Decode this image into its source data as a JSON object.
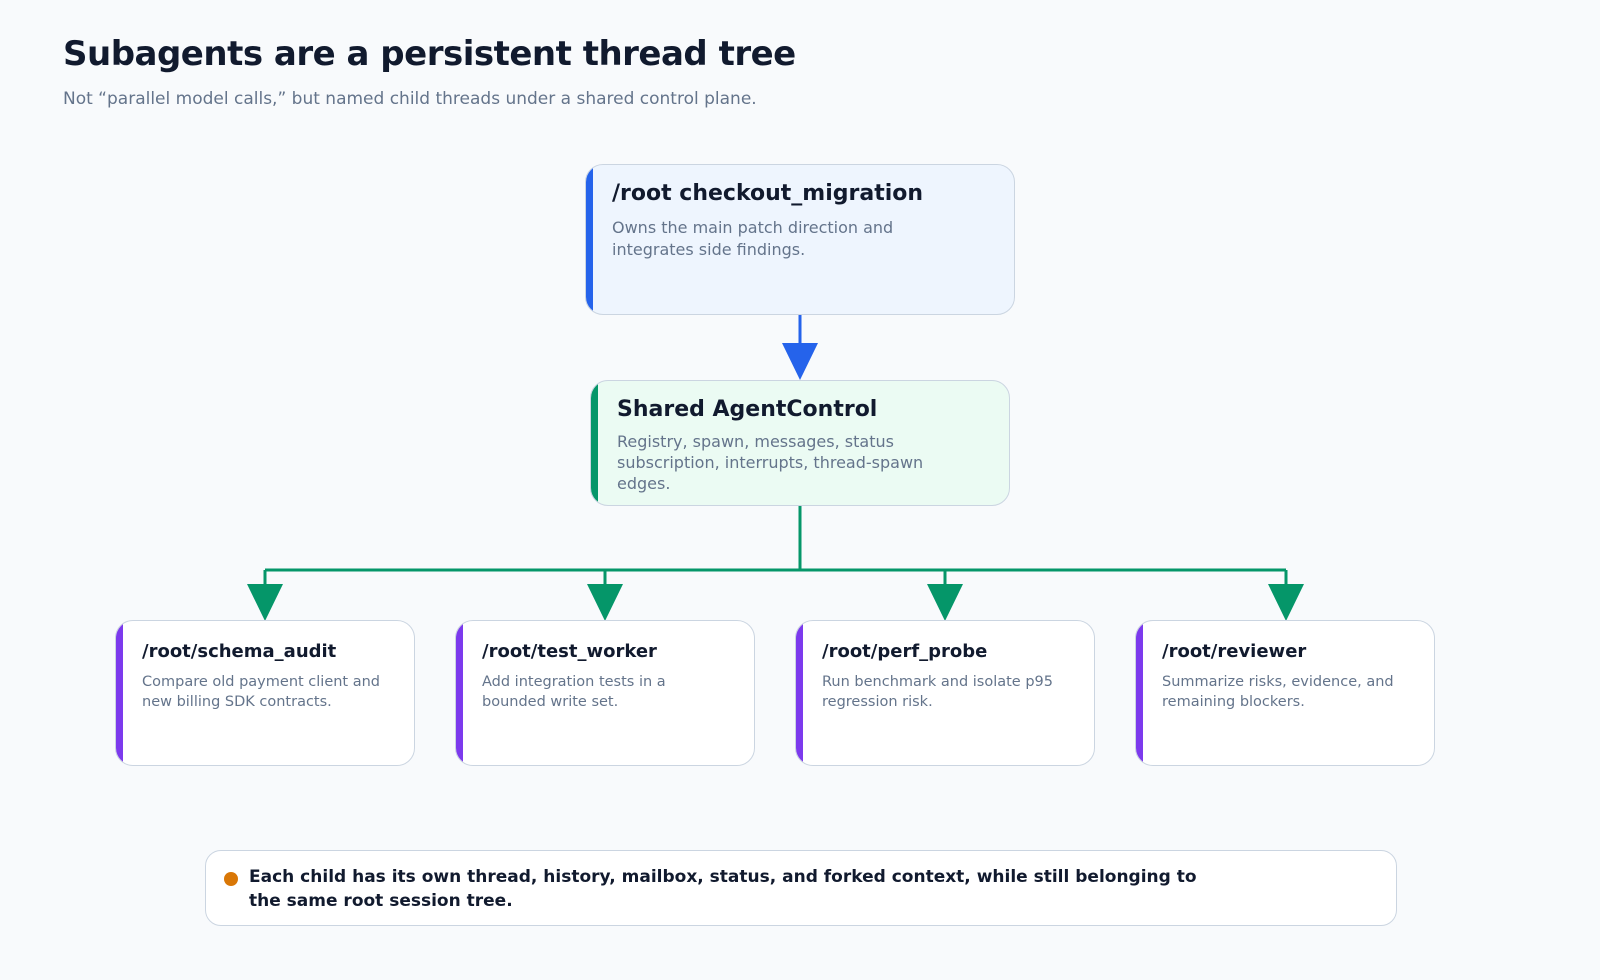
{
  "header": {
    "title": "Subagents are a persistent thread tree",
    "subtitle": "Not “parallel model calls,” but named child threads under a shared control plane."
  },
  "root": {
    "title": "/root checkout_migration",
    "description": "Owns the main patch direction and integrates side findings."
  },
  "control": {
    "title": "Shared AgentControl",
    "description": "Registry, spawn, messages, status subscription, interrupts, thread-spawn edges."
  },
  "children": [
    {
      "title": "/root/schema_audit",
      "description": "Compare old payment client and new billing SDK contracts."
    },
    {
      "title": "/root/test_worker",
      "description": "Add integration tests in a bounded write set."
    },
    {
      "title": "/root/perf_probe",
      "description": "Run benchmark and isolate p95 regression risk."
    },
    {
      "title": "/root/reviewer",
      "description": "Summarize risks, evidence, and remaining blockers."
    }
  ],
  "note": {
    "text": "Each child has its own thread, history, mailbox, status, and forked context, while still belonging to the same root session tree."
  },
  "colors": {
    "root_accent": "#2563eb",
    "control_accent": "#059669",
    "child_accent": "#7c3aed",
    "note_dot": "#d97706"
  }
}
